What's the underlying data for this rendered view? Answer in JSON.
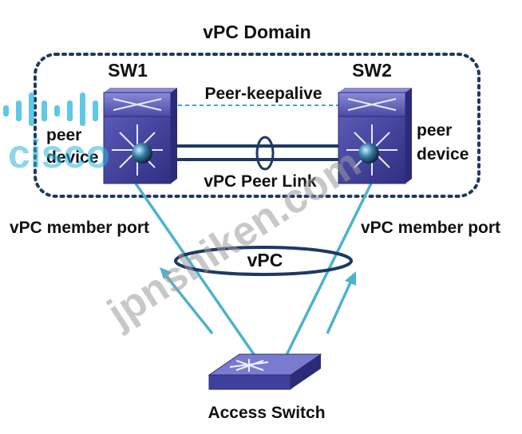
{
  "domain_title": "vPC Domain",
  "switch1": {
    "name": "SW1",
    "role_line1": "peer",
    "role_line2": "device"
  },
  "switch2": {
    "name": "SW2",
    "role_line1": "peer",
    "role_line2": "device"
  },
  "links": {
    "keepalive": "Peer-keepalive",
    "peer_link": "vPC Peer Link",
    "member_port_left": "vPC member port",
    "member_port_right": "vPC member port",
    "vpc": "vPC"
  },
  "access_switch": {
    "name": "Access Switch"
  },
  "watermark": {
    "text": "jpnshiken.com"
  },
  "colors": {
    "domain_border": "#1f3864",
    "switch_body": "#3f3f9e",
    "switch_dark": "#2b2b78",
    "link_dark": "#1f3864",
    "member_link": "#4bb3cf",
    "keepalive_dash": "#3aa6c8",
    "cisco_logo": "#2bb5df"
  },
  "icons": [
    "cisco-logo",
    "nexus-switch-icon",
    "access-switch-icon",
    "arrow-icon"
  ]
}
